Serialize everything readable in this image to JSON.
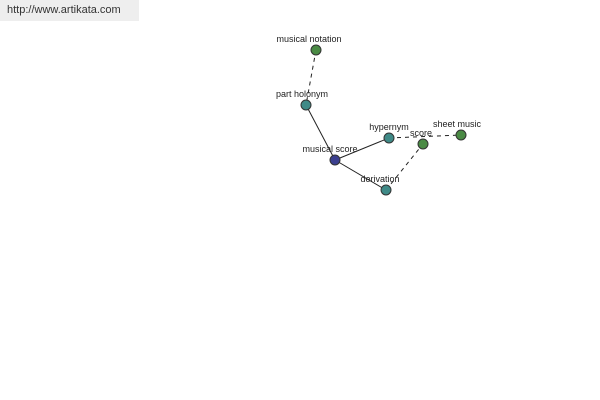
{
  "header": {
    "site_url": "http://www.artikata.com"
  },
  "colors": {
    "center": "#3b3f8f",
    "relation": "#3f8a87",
    "word": "#4a8a44",
    "edge": "#222222"
  },
  "graph": {
    "nodes": [
      {
        "id": "musical-notation",
        "label": "musical notation",
        "kind": "word"
      },
      {
        "id": "part-holonym",
        "label": "part holonym",
        "kind": "relation"
      },
      {
        "id": "musical-score",
        "label": "musical score",
        "kind": "center"
      },
      {
        "id": "hypernym",
        "label": "hypernym",
        "kind": "relation"
      },
      {
        "id": "score",
        "label": "score",
        "kind": "word"
      },
      {
        "id": "sheet-music",
        "label": "sheet music",
        "kind": "word"
      },
      {
        "id": "derivation",
        "label": "derivation",
        "kind": "relation"
      }
    ],
    "edges": [
      {
        "from": "musical-notation",
        "to": "part-holonym",
        "style": "dashed"
      },
      {
        "from": "part-holonym",
        "to": "musical-score",
        "style": "solid"
      },
      {
        "from": "musical-score",
        "to": "hypernym",
        "style": "solid"
      },
      {
        "from": "musical-score",
        "to": "derivation",
        "style": "solid"
      },
      {
        "from": "hypernym",
        "to": "sheet-music",
        "style": "dashed"
      },
      {
        "from": "derivation",
        "to": "score",
        "style": "dashed"
      }
    ]
  }
}
